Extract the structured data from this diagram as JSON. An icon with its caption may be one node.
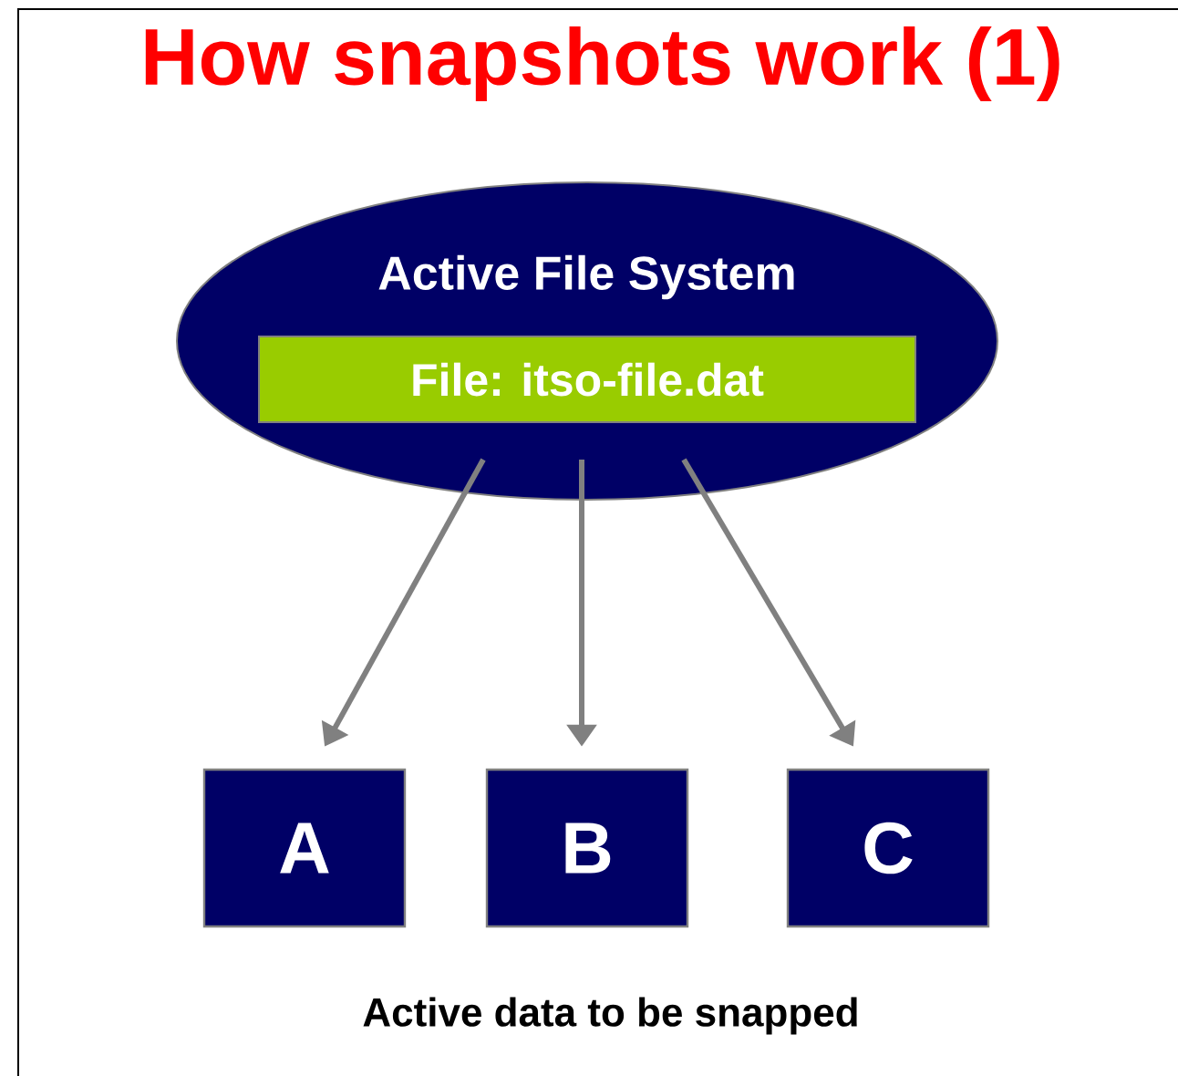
{
  "diagram": {
    "title": "How snapshots work (1)",
    "caption": "Active data to be snapped",
    "nodes": [
      {
        "text": [
          "Active File System"
        ]
      },
      {
        "text": [
          "File: itso-file.dat"
        ],
        "in": 0
      },
      {
        "text": [
          "A"
        ]
      },
      {
        "text": [
          "B"
        ]
      },
      {
        "text": [
          "C"
        ]
      }
    ],
    "edges": [
      {
        "from": 1,
        "to": 2,
        "arrow": "to"
      },
      {
        "from": 1,
        "to": 3,
        "arrow": "to"
      },
      {
        "from": 1,
        "to": 4,
        "arrow": "to"
      }
    ]
  }
}
